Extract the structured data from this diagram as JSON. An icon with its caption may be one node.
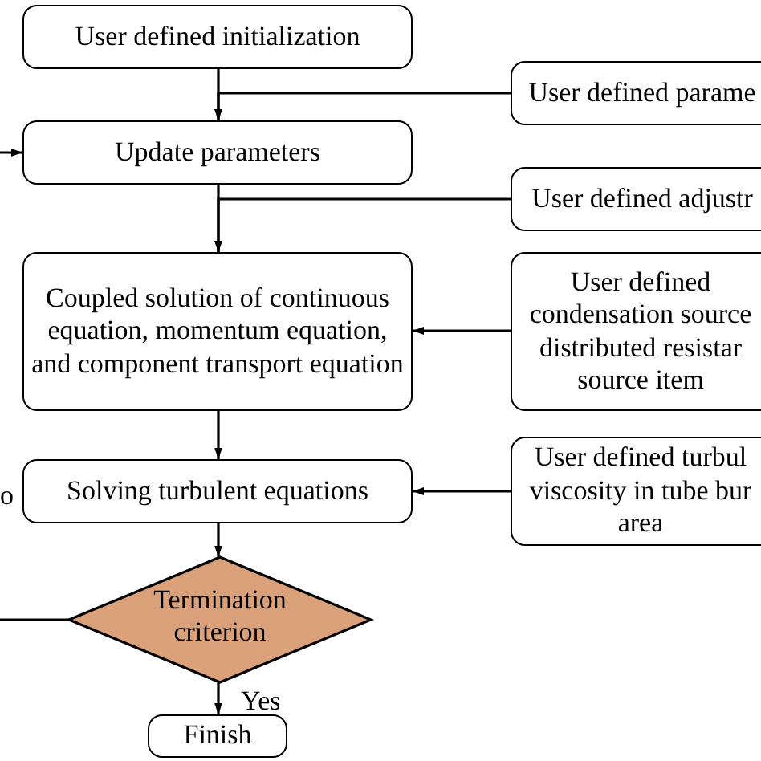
{
  "diagram": {
    "nodes": [
      {
        "text": [
          "User defined initialization"
        ]
      },
      {
        "text": [
          "Update parameters"
        ]
      },
      {
        "text": [
          "Coupled solution of continuous equation, momentum equation, and component transport equation"
        ]
      },
      {
        "text": [
          "Solving turbulent equations"
        ]
      },
      {
        "text": [
          "Termination criterion"
        ]
      },
      {
        "text": [
          "Finish"
        ]
      },
      {
        "text": [
          "User defined parame"
        ]
      },
      {
        "text": [
          "User defined adjustr"
        ]
      },
      {
        "text": [
          "User defined condensation source distributed resistar source item"
        ]
      },
      {
        "text": [
          "User defined turbul viscosity in tube bur area"
        ]
      }
    ],
    "edges": [
      {
        "from": 0,
        "to": 1,
        "arrow": "to"
      },
      {
        "from": 6,
        "to": 1,
        "arrow": "to"
      },
      {
        "from": 1,
        "to": 2,
        "arrow": "to"
      },
      {
        "from": 7,
        "to": 2,
        "arrow": "to"
      },
      {
        "from": 8,
        "to": 2,
        "arrow": "to"
      },
      {
        "from": 2,
        "to": 3,
        "arrow": "to"
      },
      {
        "from": 9,
        "to": 3,
        "arrow": "to"
      },
      {
        "from": 3,
        "to": 4,
        "arrow": "to"
      },
      {
        "from": 4,
        "to": 5,
        "label": "Yes",
        "arrow": "to"
      },
      {
        "from": 4,
        "to": 1,
        "label": "o",
        "arrow": "to"
      }
    ]
  }
}
